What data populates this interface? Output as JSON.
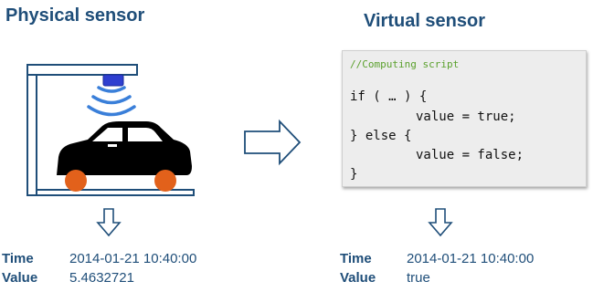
{
  "physical": {
    "title": "Physical sensor",
    "time_label": "Time",
    "time_value": "2014-01-21 10:40:00",
    "value_label": "Value",
    "value_value": "5.4632721"
  },
  "virtual": {
    "title": "Virtual sensor",
    "script": {
      "comment": "//Computing script",
      "line1": "if ( … ) {",
      "line2": "value = true;",
      "line3": "} else {",
      "line4": "value = false;",
      "line5": "}"
    },
    "time_label": "Time",
    "time_value": "2014-01-21 10:40:00",
    "value_label": "Value",
    "value_value": "true"
  },
  "colors": {
    "title": "#1f4e79",
    "sensor_blue": "#2f3fd0",
    "wave_blue": "#3a7fd9",
    "wheel_orange": "#e2611b",
    "car_body": "#000000",
    "structure": "#1f4e79",
    "comment_green": "#5aa02c"
  },
  "icons": [
    "sensor-device-icon",
    "signal-waves-icon",
    "car-icon",
    "right-arrow-icon",
    "down-arrow-icon"
  ]
}
